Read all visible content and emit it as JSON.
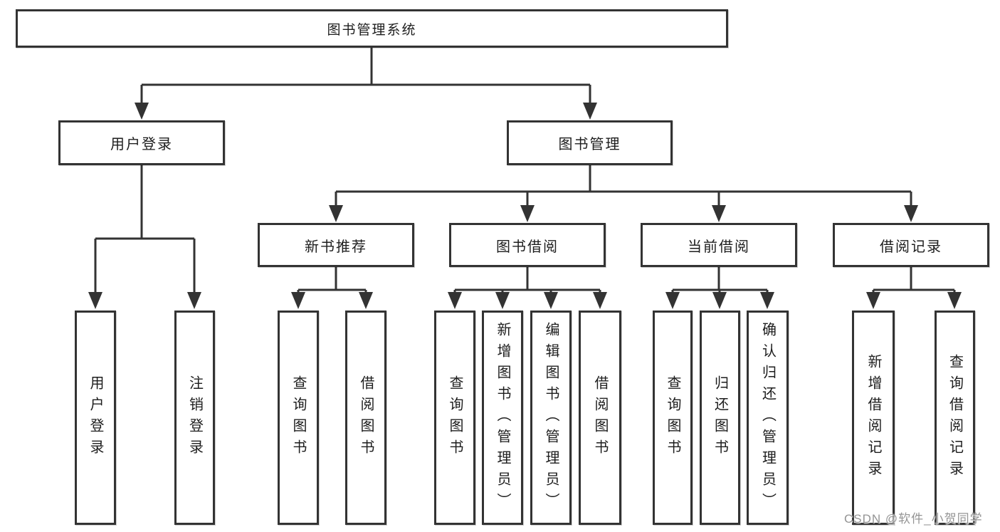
{
  "diagram": {
    "title": "图书管理系统",
    "root": {
      "label": "图书管理系统"
    },
    "branches": [
      {
        "label": "用户登录",
        "children": [
          {
            "label": "用户登录"
          },
          {
            "label": "注销登录"
          }
        ]
      },
      {
        "label": "图书管理",
        "children": [
          {
            "label": "新书推荐",
            "children": [
              {
                "label": "查询图书"
              },
              {
                "label": "借阅图书"
              }
            ]
          },
          {
            "label": "图书借阅",
            "children": [
              {
                "label": "查询图书"
              },
              {
                "label": "新增图书（管理员）"
              },
              {
                "label": "编辑图书（管理员）"
              },
              {
                "label": "借阅图书"
              }
            ]
          },
          {
            "label": "当前借阅",
            "children": [
              {
                "label": "查询图书"
              },
              {
                "label": "归还图书"
              },
              {
                "label": "确认归还（管理员）"
              }
            ]
          },
          {
            "label": "借阅记录",
            "children": [
              {
                "label": "新增借阅记录"
              },
              {
                "label": "查询借阅记录"
              }
            ]
          }
        ]
      }
    ]
  },
  "watermark": {
    "text": "CSDN @软件_小贺同学"
  },
  "colors": {
    "line": "#333333",
    "text": "#1d1d1d",
    "background": "#ffffff",
    "watermark": "#949494"
  }
}
